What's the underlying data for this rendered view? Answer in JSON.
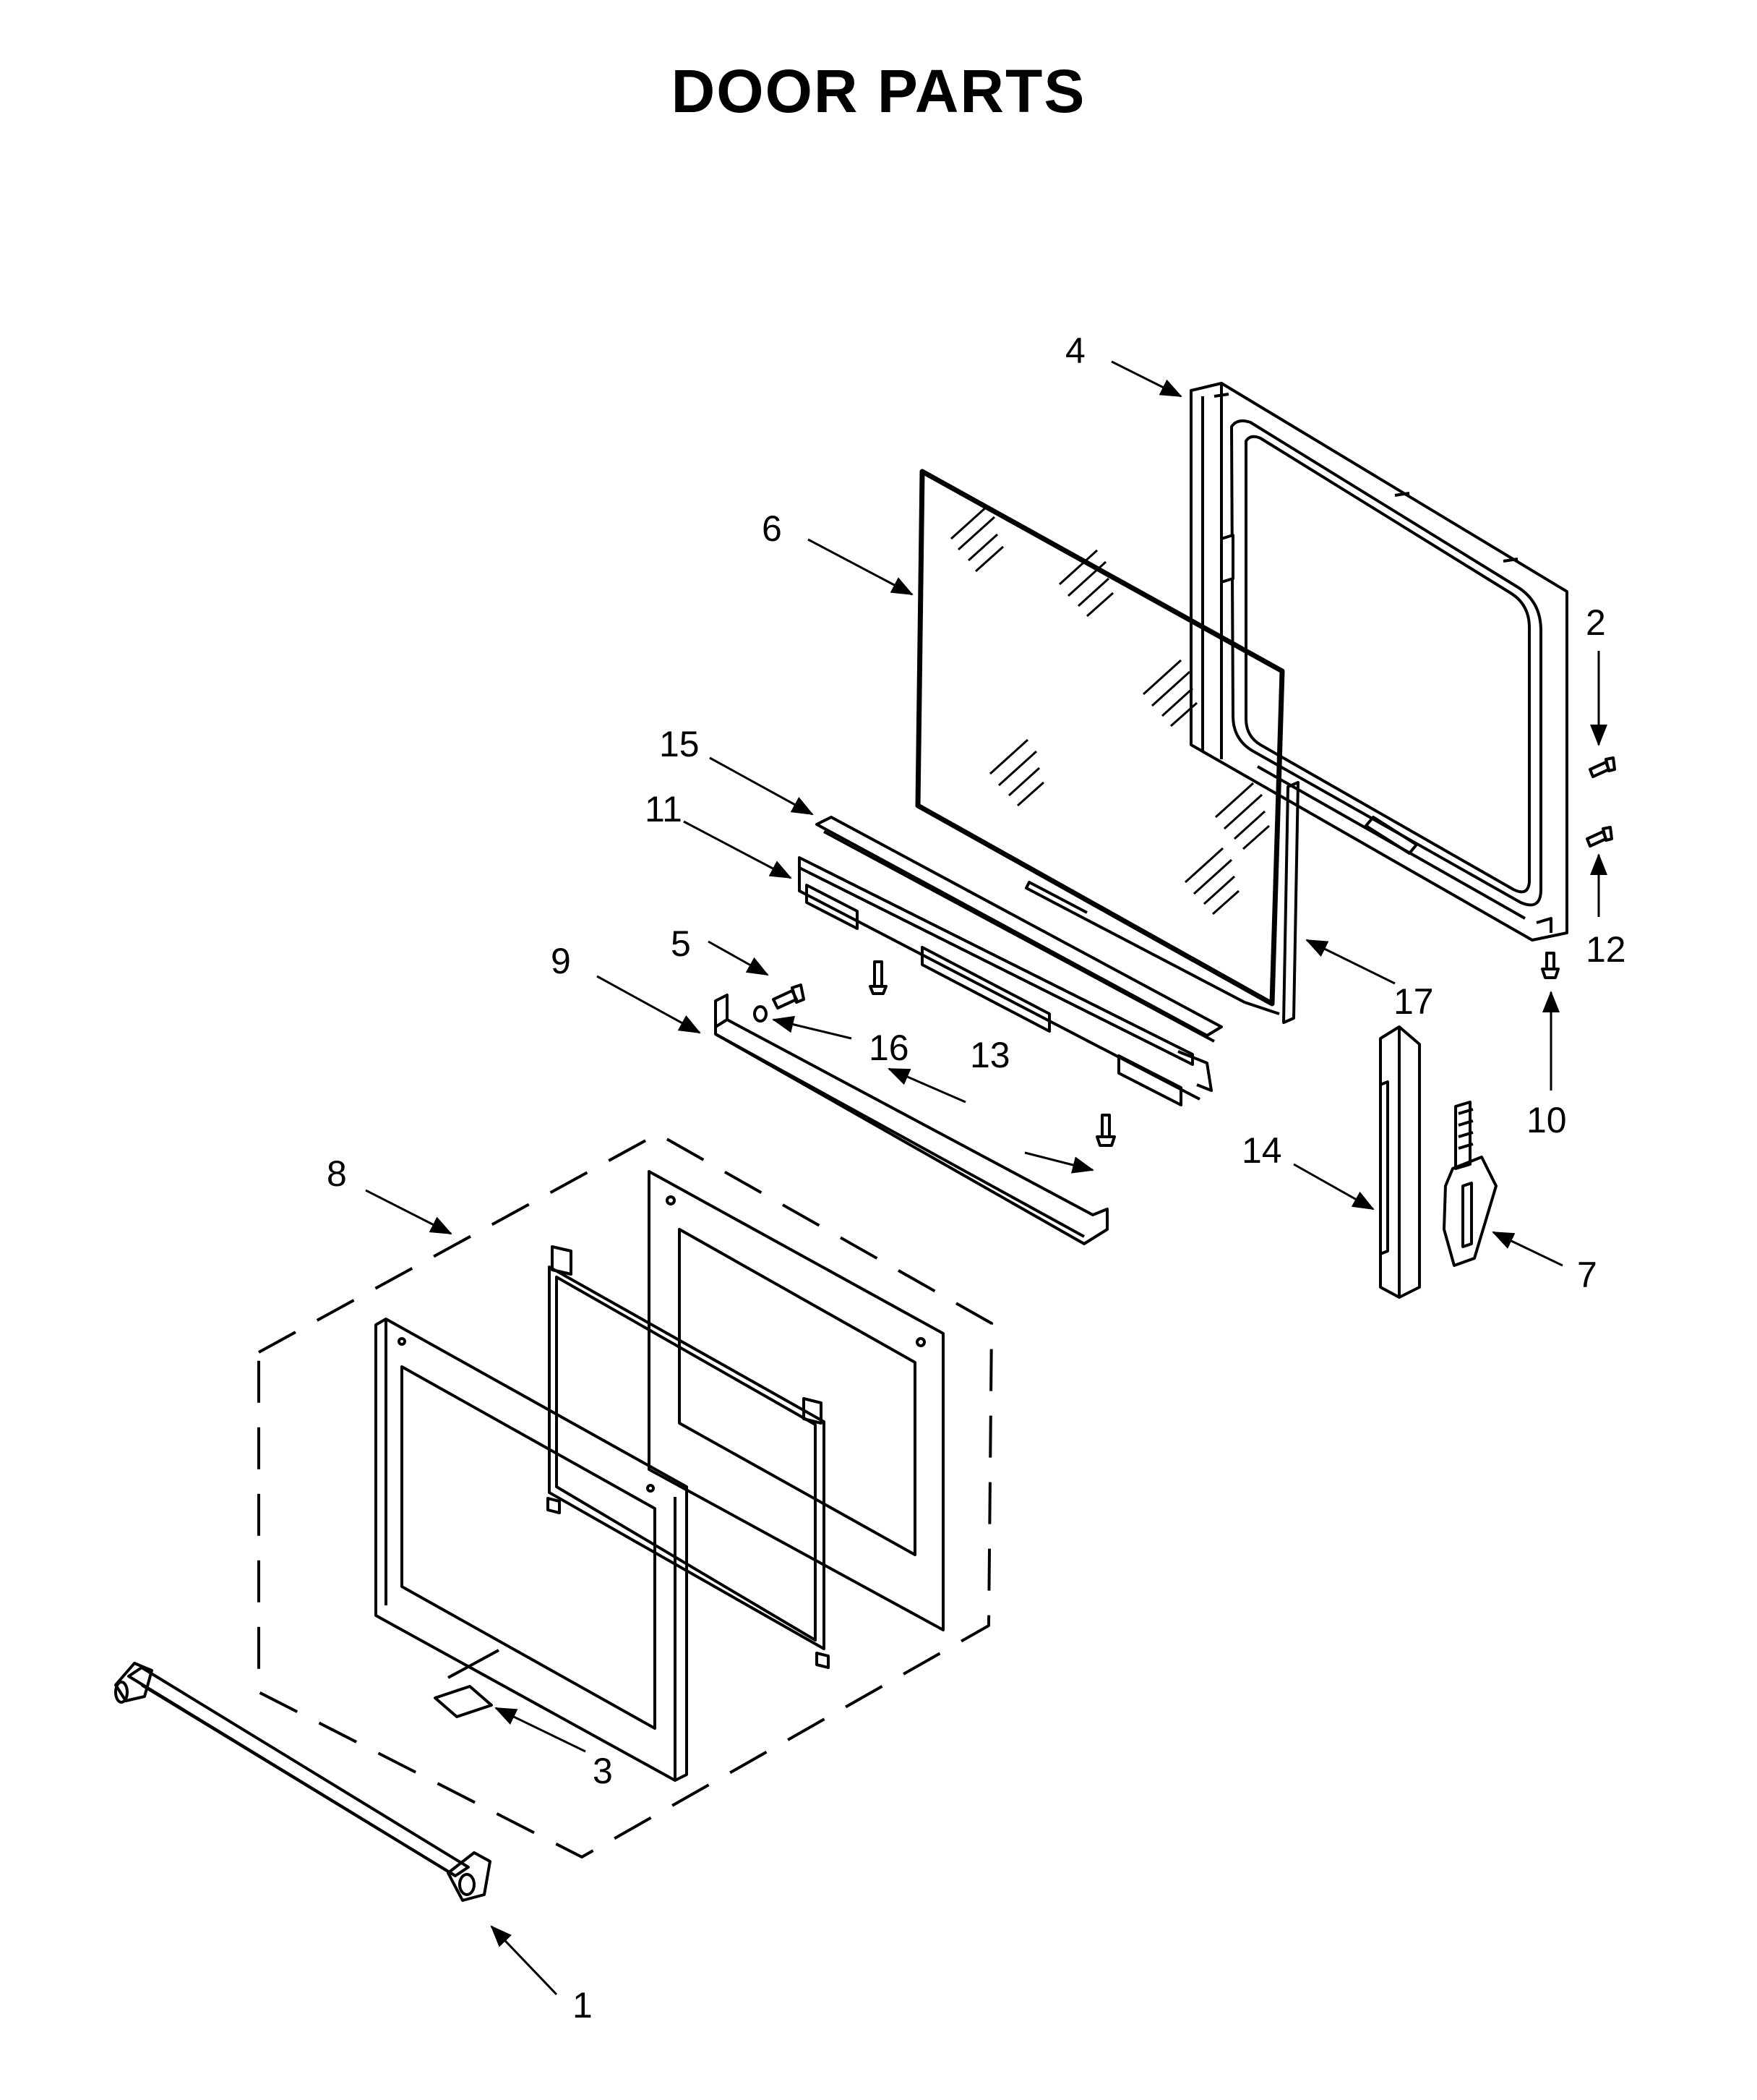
{
  "title": "DOOR PARTS",
  "callouts": [
    "1",
    "2",
    "3",
    "4",
    "5",
    "6",
    "7",
    "8",
    "9",
    "10",
    "11",
    "12",
    "13",
    "14",
    "15",
    "16",
    "17"
  ]
}
